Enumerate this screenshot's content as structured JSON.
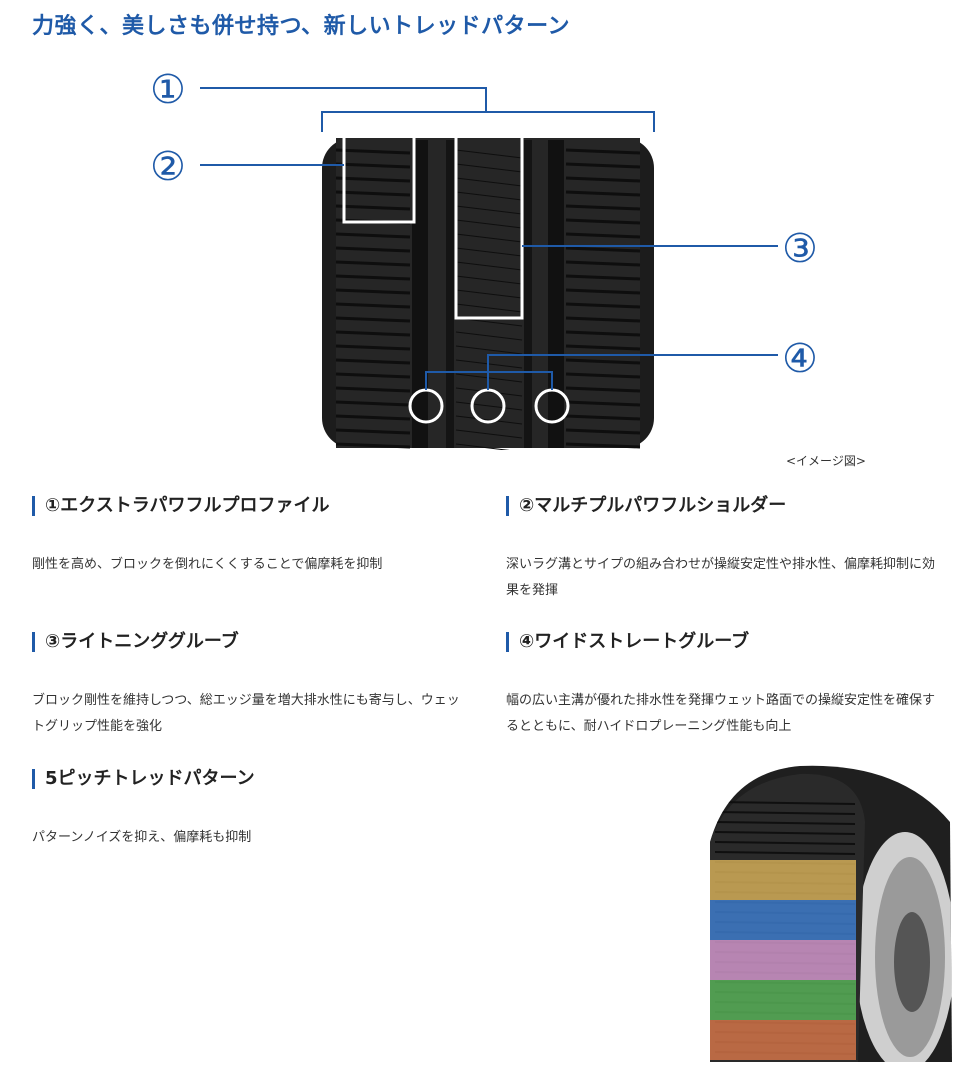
{
  "page": {
    "title": "力強く、美しさも併せ持つ、新しいトレッドパターン",
    "image_caption": "<イメージ図>"
  },
  "callouts": [
    "①",
    "②",
    "③",
    "④"
  ],
  "features": [
    {
      "heading": "①エクストラパワフルプロファイル",
      "body": "剛性を高め、ブロックを倒れにくくすることで偏摩耗を抑制"
    },
    {
      "heading": "②マルチプルパワフルショルダー",
      "body": "深いラグ溝とサイプの組み合わせが操縦安定性や排水性、偏摩耗抑制に効果を発揮"
    },
    {
      "heading": "③ライトニンググルーブ",
      "body": "ブロック剛性を維持しつつ、総エッジ量を増大排水性にも寄与し、ウェットグリップ性能を強化"
    },
    {
      "heading": "④ワイドストレートグルーブ",
      "body": "幅の広い主溝が優れた排水性を発揮ウェット路面での操縦安定性を確保するとともに、耐ハイドロプレーニング性能も向上"
    },
    {
      "heading": "5ピッチトレッドパターン",
      "body": "パターンノイズを抑え、偏摩耗も抑制"
    }
  ],
  "colors": {
    "accent": "#1f5aa8",
    "pitch_bands": [
      "#d9b25a",
      "#3f7fd0",
      "#d69ad0",
      "#5ab55a",
      "#d9774a"
    ]
  }
}
